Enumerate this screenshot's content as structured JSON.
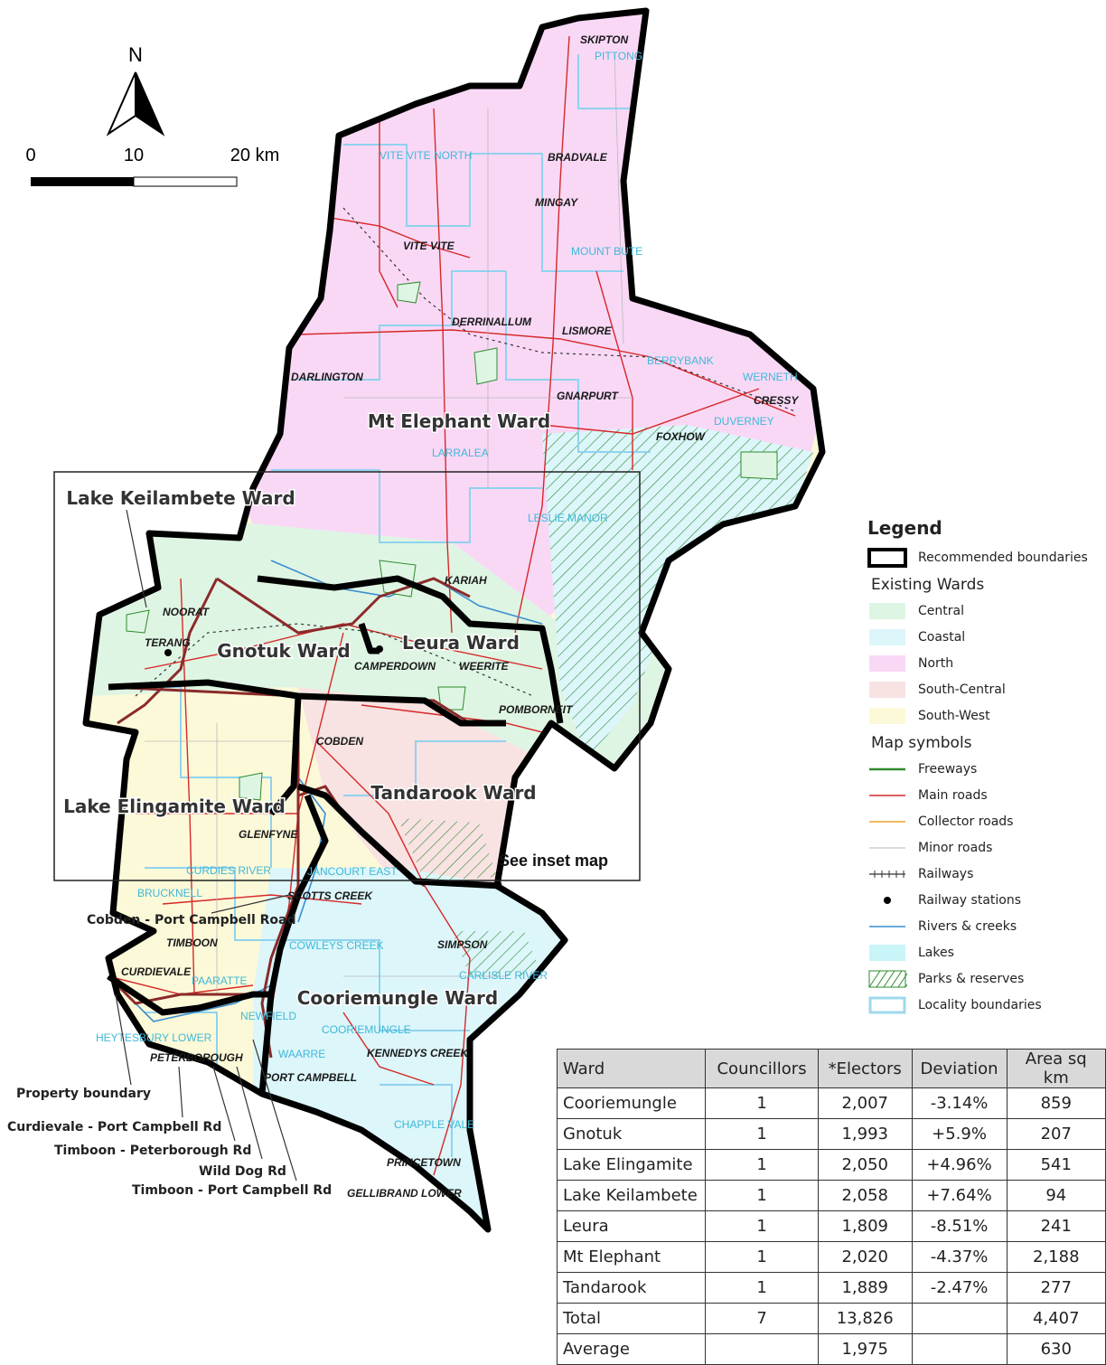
{
  "north_arrow": {
    "letter": "N"
  },
  "scale_bar": {
    "tick_labels": [
      "0",
      "10",
      "20 km"
    ]
  },
  "wards": [
    {
      "name": "Mt Elephant Ward"
    },
    {
      "name": "Lake Keilambete Ward"
    },
    {
      "name": "Gnotuk Ward"
    },
    {
      "name": "Leura Ward"
    },
    {
      "name": "Lake Elingamite Ward"
    },
    {
      "name": "Tandarook Ward"
    },
    {
      "name": "Cooriemungle Ward"
    }
  ],
  "towns": [
    "SKIPTON",
    "BRADVALE",
    "MINGAY",
    "VITE VITE",
    "DERRINALLUM",
    "LISMORE",
    "DARLINGTON",
    "GNARPURT",
    "CRESSY",
    "FOXHOW",
    "KARIAH",
    "NOORAT",
    "TERANG",
    "CAMPERDOWN",
    "WEERITE",
    "POMBORNEIT",
    "COBDEN",
    "GLENFYNE",
    "SCOTTS CREEK",
    "TIMBOON",
    "SIMPSON",
    "CURDIEVALE",
    "PETERBOROUGH",
    "PORT CAMPBELL",
    "KENNEDYS CREEK",
    "PRINCETOWN",
    "GELLIBRAND LOWER"
  ],
  "localities": [
    "PITTONG",
    "VITE VITE NORTH",
    "MOUNT BUTE",
    "BERRYBANK",
    "WERNETH",
    "DUVERNEY",
    "LARRALEA",
    "LESLIE MANOR",
    "CURDIES RIVER",
    "BRUCKNELL",
    "JANCOURT EAST",
    "COWLEYS CREEK",
    "CARLISLE RIVER",
    "PAARATTE",
    "NEWFIELD",
    "COORIEMUNGLE",
    "WAARRE",
    "HEYTESBURY LOWER",
    "CHAPPLE VALE"
  ],
  "road_labels": {
    "cobden_port_campbell": "Cobden - Port Campbell Road",
    "property_boundary": "Property boundary",
    "curdievale_port_campbell": "Curdievale - Port Campbell Rd",
    "timboon_peterborough": "Timboon - Peterborough Rd",
    "wild_dog": "Wild Dog Rd",
    "timboon_port_campbell": "Timboon - Port Campbell Rd"
  },
  "inset_label": "See inset map",
  "legend": {
    "title": "Legend",
    "boundary": "Recommended boundaries",
    "existing_wards_title": "Existing Wards",
    "existing_wards": [
      {
        "name": "Central",
        "color": "#dff5e3"
      },
      {
        "name": "Coastal",
        "color": "#dcf6fa"
      },
      {
        "name": "North",
        "color": "#f9d8f6"
      },
      {
        "name": "South-Central",
        "color": "#f8e2e2"
      },
      {
        "name": "South-West",
        "color": "#fcf9d8"
      }
    ],
    "symbols_title": "Map symbols",
    "symbols": [
      {
        "name": "Freeways",
        "icon": "freeway-line-icon",
        "color": "#2e8b2e"
      },
      {
        "name": "Main roads",
        "icon": "main-road-line-icon",
        "color": "#d62828"
      },
      {
        "name": "Collector roads",
        "icon": "collector-road-line-icon",
        "color": "#f0a030"
      },
      {
        "name": "Minor roads",
        "icon": "minor-road-line-icon",
        "color": "#b8b8b8"
      },
      {
        "name": "Railways",
        "icon": "railway-line-icon",
        "color": "#333333"
      },
      {
        "name": "Railway stations",
        "icon": "station-dot-icon",
        "color": "#000000"
      },
      {
        "name": "Rivers & creeks",
        "icon": "river-line-icon",
        "color": "#3a8fd0"
      },
      {
        "name": "Lakes",
        "icon": "lake-swatch-icon",
        "color": "#c9f4f8"
      },
      {
        "name": "Parks & reserves",
        "icon": "park-hatch-icon",
        "color": "#2e8b2e"
      },
      {
        "name": "Locality boundaries",
        "icon": "locality-boundary-icon",
        "color": "#9fd8ec"
      }
    ]
  },
  "table": {
    "headers": [
      "Ward",
      "Councillors",
      "*Electors",
      "Deviation",
      "Area sq km"
    ],
    "rows": [
      [
        "Cooriemungle",
        "1",
        "2,007",
        "-3.14%",
        "859"
      ],
      [
        "Gnotuk",
        "1",
        "1,993",
        "+5.9%",
        "207"
      ],
      [
        "Lake Elingamite",
        "1",
        "2,050",
        "+4.96%",
        "541"
      ],
      [
        "Lake Keilambete",
        "1",
        "2,058",
        "+7.64%",
        "94"
      ],
      [
        "Leura",
        "1",
        "1,809",
        "-8.51%",
        "241"
      ],
      [
        "Mt Elephant",
        "1",
        "2,020",
        "-4.37%",
        "2,188"
      ],
      [
        "Tandarook",
        "1",
        "1,889",
        "-2.47%",
        "277"
      ],
      [
        "Total",
        "7",
        "13,826",
        "",
        "4,407"
      ],
      [
        "Average",
        "",
        "1,975",
        "",
        "630"
      ]
    ]
  }
}
